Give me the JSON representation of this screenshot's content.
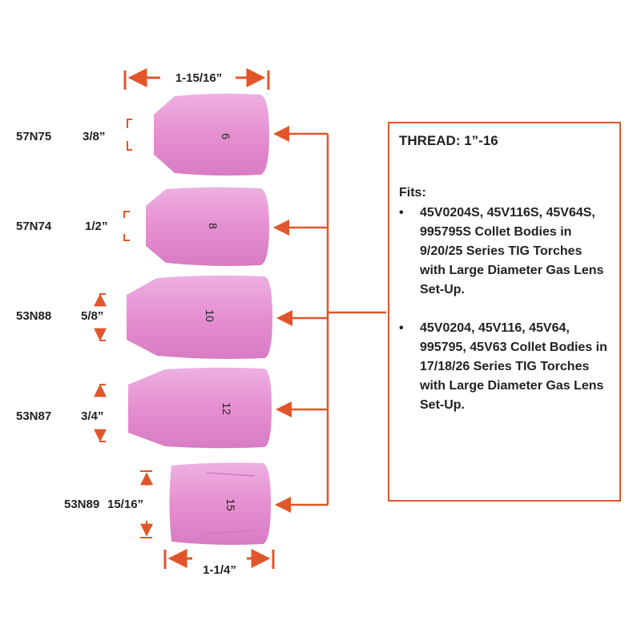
{
  "cups": [
    {
      "part": "57N75",
      "size": "3/8”",
      "number": "6"
    },
    {
      "part": "57N74",
      "size": "1/2”",
      "number": "8"
    },
    {
      "part": "53N88",
      "size": "5/8”",
      "number": "10"
    },
    {
      "part": "53N87",
      "size": "3/4”",
      "number": "12"
    },
    {
      "part": "53N89",
      "size": "15/16”",
      "number": "15"
    }
  ],
  "dimensions": {
    "length": "1-15/16”",
    "short_length": "1-1/4”"
  },
  "info": {
    "thread": "THREAD: 1”-16",
    "fits_label": "Fits:",
    "bullet": "•",
    "items": [
      "45V0204S, 45V116S, 45V64S, 995795S Collet Bodies in 9/20/25 Series TIG Torches with Large Diameter Gas Lens Set-Up.",
      "45V0204, 45V116, 45V64, 995795, 45V63 Collet Bodies in 17/18/26 Series TIG Torches with Large Diameter Gas Lens Set-Up."
    ]
  },
  "colors": {
    "arrow": "#e0562a",
    "cup": "#e58fd0",
    "cup_dark": "#d77ec3",
    "text": "#222222"
  }
}
